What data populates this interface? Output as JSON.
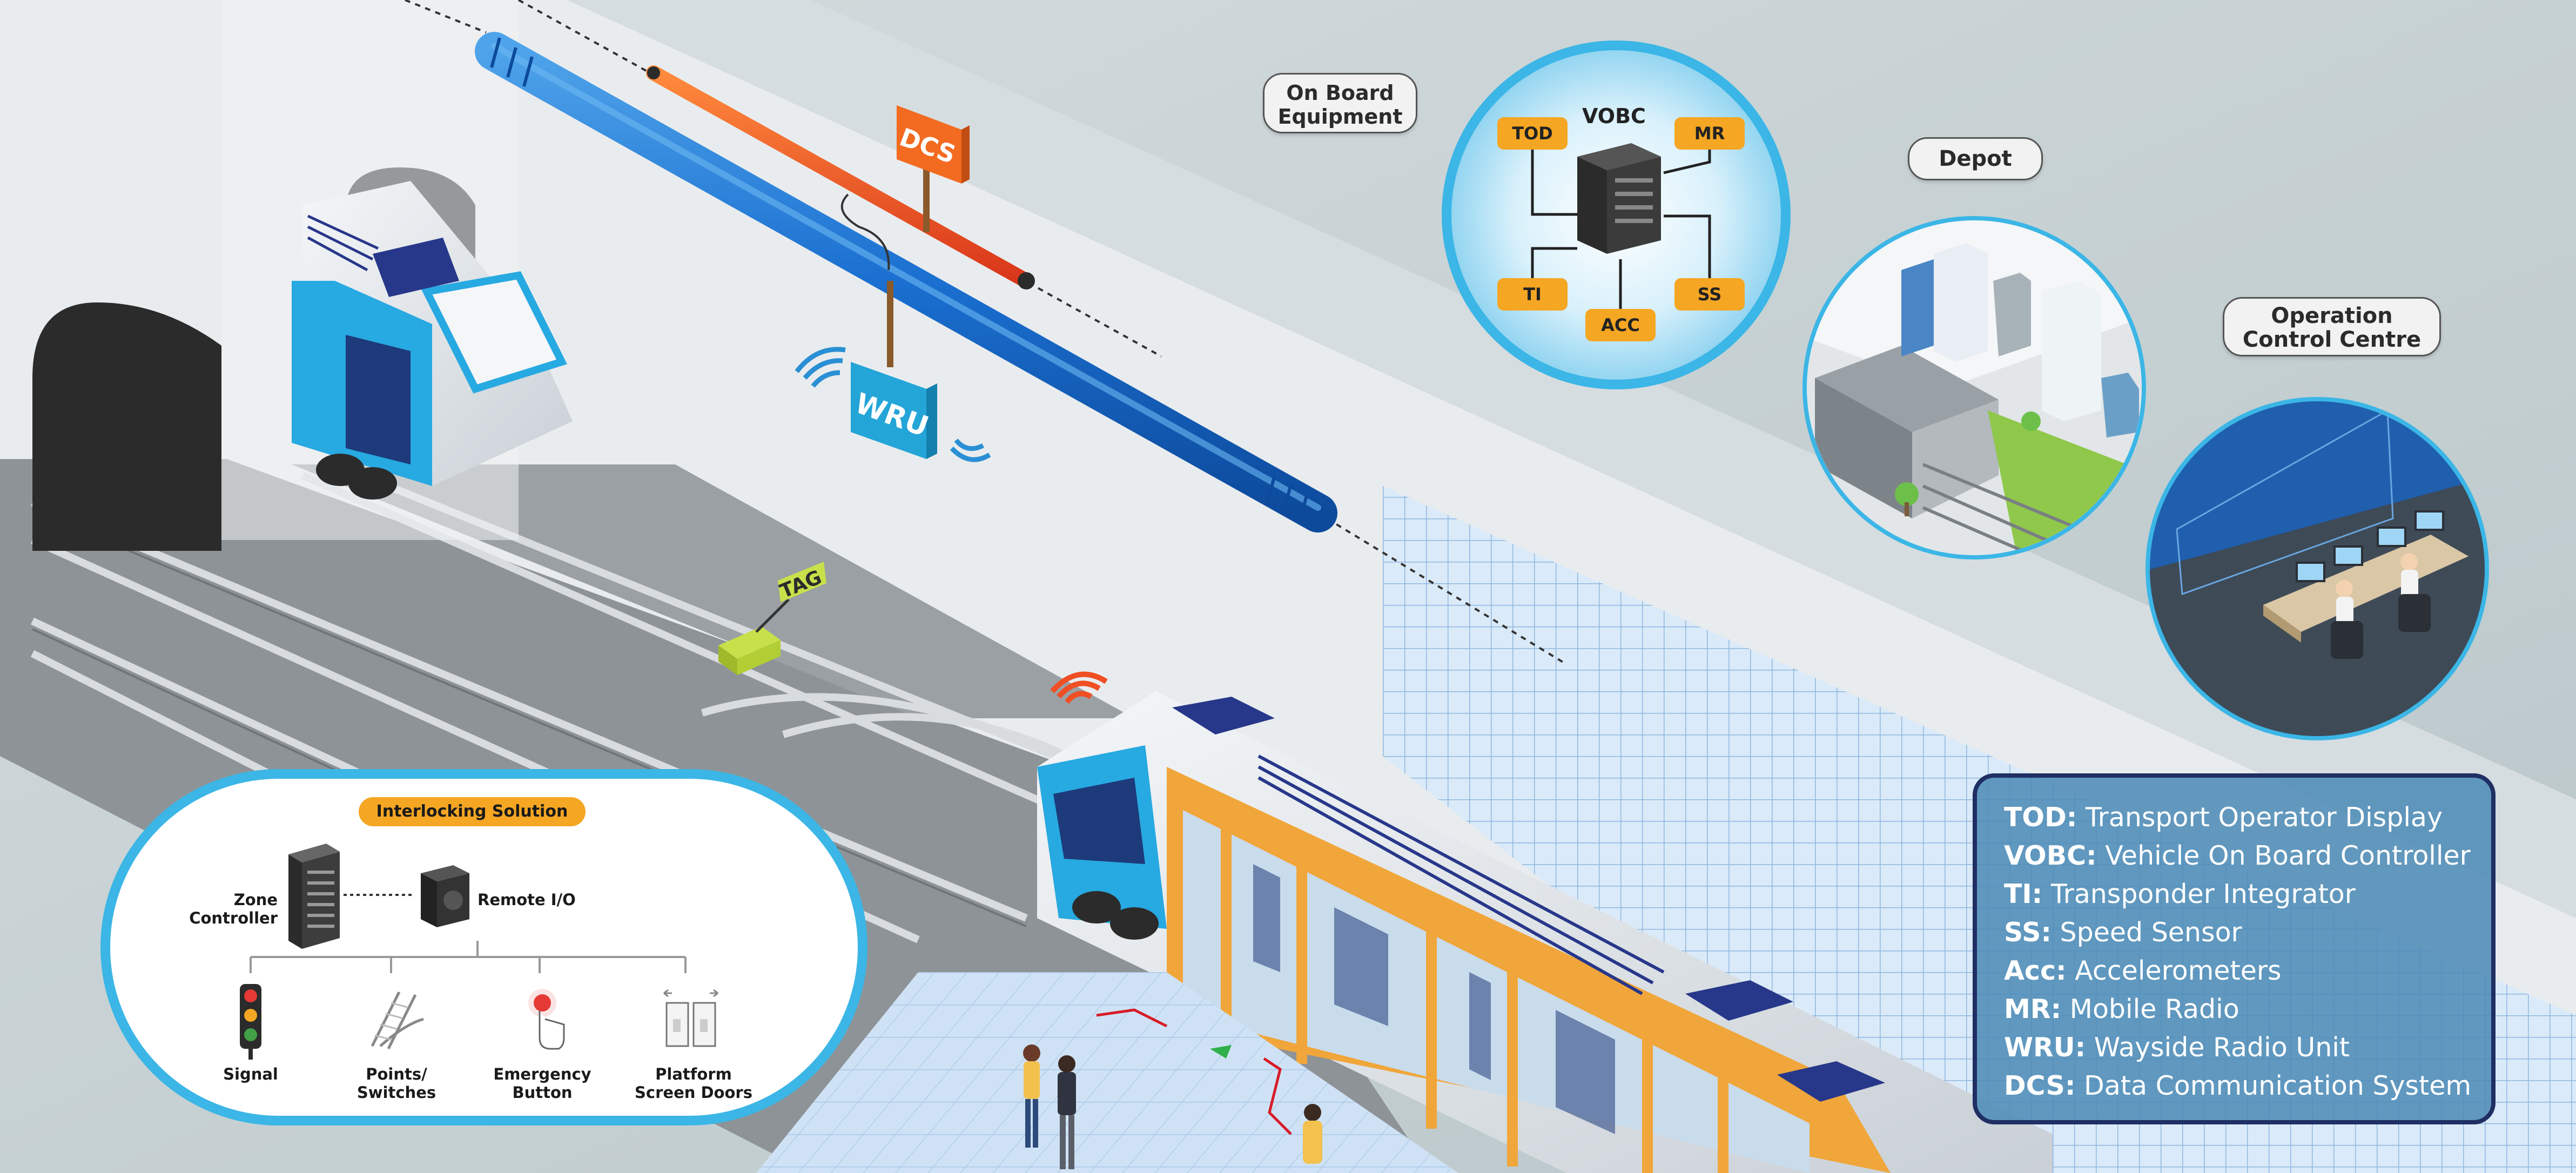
{
  "onboard": {
    "label_line1": "On Board",
    "label_line2": "Equipment",
    "center": "VOBC",
    "components": [
      "TOD",
      "MR",
      "TI",
      "ACC",
      "SS"
    ]
  },
  "depot": {
    "label": "Depot"
  },
  "occ": {
    "label_line1": "Operation",
    "label_line2": "Control Centre"
  },
  "wayside": {
    "dcs_sign": "DCS",
    "wru_sign": "WRU",
    "tag_sign": "TAG"
  },
  "interlocking": {
    "title": "Interlocking Solution",
    "zone_controller": "Zone Controller",
    "remote_io": "Remote I/O",
    "items": [
      {
        "line1": "Signal",
        "line2": ""
      },
      {
        "line1": "Points/",
        "line2": "Switches"
      },
      {
        "line1": "Emergency",
        "line2": "Button"
      },
      {
        "line1": "Platform",
        "line2": "Screen Doors"
      }
    ]
  },
  "legend": [
    {
      "abbr": "TOD:",
      "desc": " Transport Operator Display"
    },
    {
      "abbr": "VOBC:",
      "desc": " Vehicle On Board Controller"
    },
    {
      "abbr": "TI:",
      "desc": " Transponder Integrator"
    },
    {
      "abbr": "SS:",
      "desc": " Speed Sensor"
    },
    {
      "abbr": "Acc:",
      "desc": " Accelerometers"
    },
    {
      "abbr": "MR:",
      "desc": " Mobile Radio"
    },
    {
      "abbr": "WRU:",
      "desc": " Wayside Radio Unit"
    },
    {
      "abbr": "DCS:",
      "desc": " Data Communication System"
    }
  ],
  "colors": {
    "accent_blue": "#3bb6e6",
    "orange": "#f5a623",
    "navy": "#1f2f63",
    "cable_blue": "#1976d2",
    "cable_orange": "#f04e23"
  }
}
